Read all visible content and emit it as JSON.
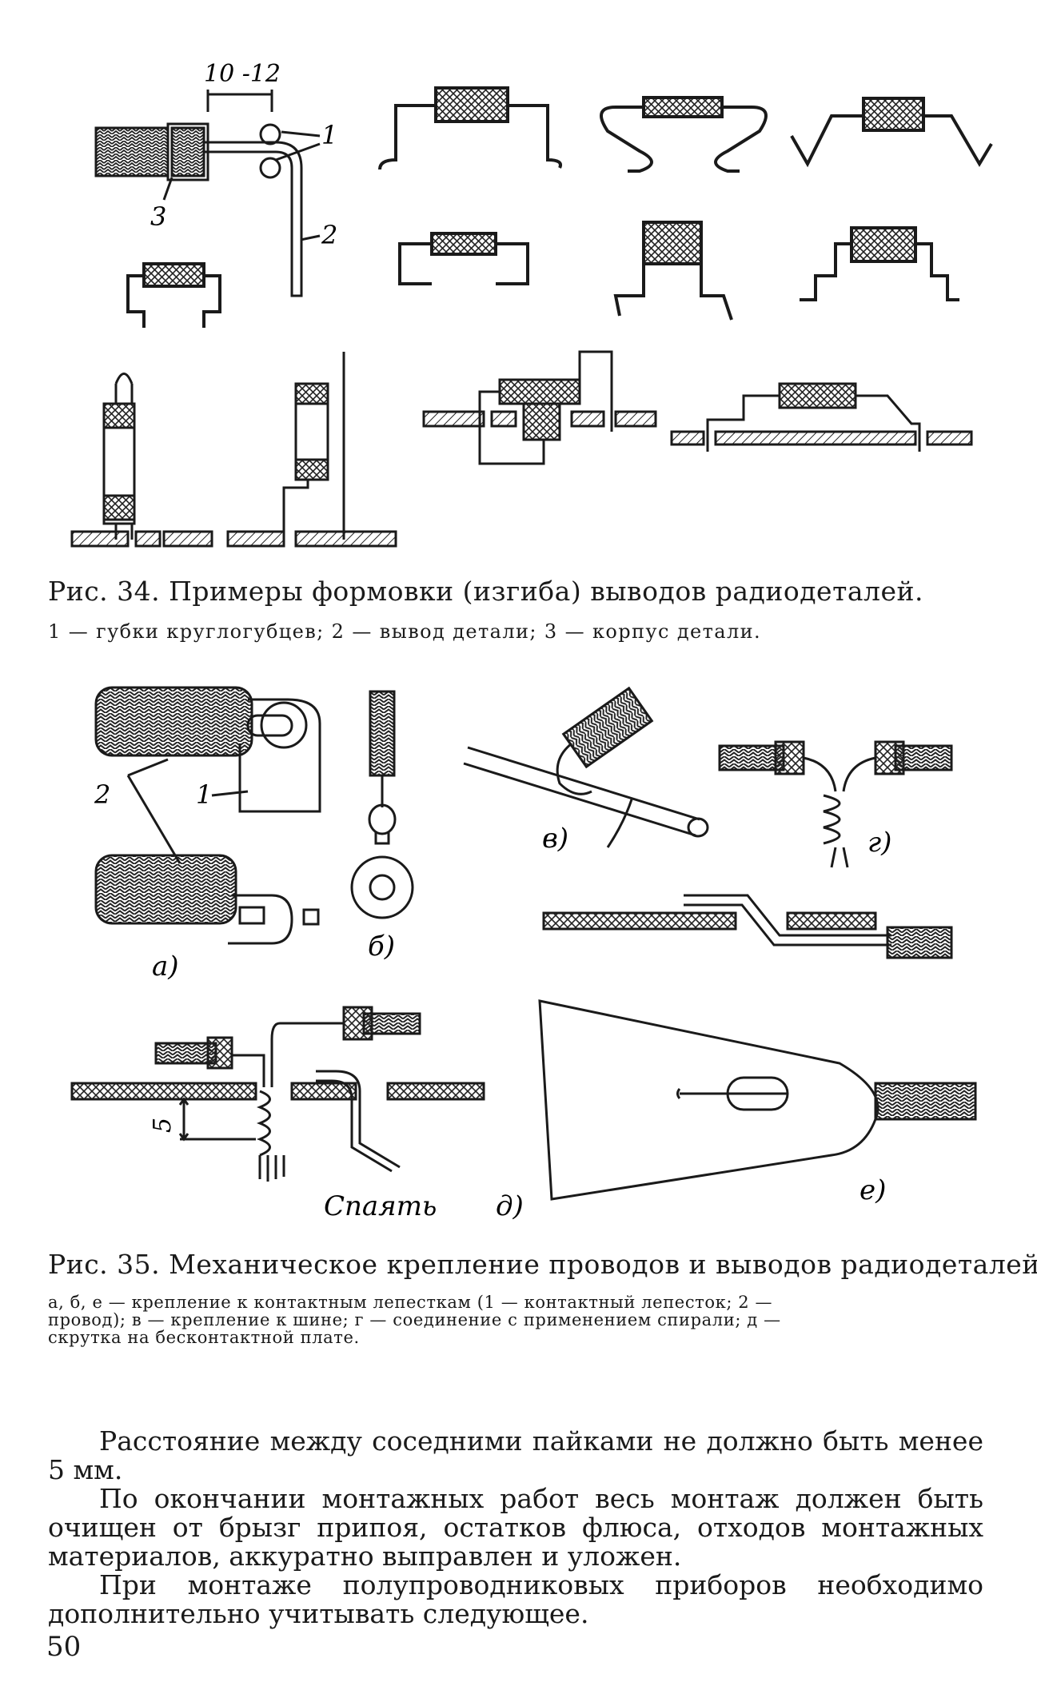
{
  "figure34": {
    "dimension_label": "10 -12",
    "callout_1": "1",
    "callout_2": "2",
    "callout_3": "3",
    "caption_title": "Рис. 34. Примеры формовки (изгиба) выводов радиодеталей.",
    "caption_legend": "1 — губки круглогубцев; 2 — вывод детали; 3 — корпус детали."
  },
  "figure35": {
    "label_a": "а)",
    "label_b": "б)",
    "label_v": "в)",
    "label_g": "г)",
    "label_d": "д)",
    "label_e": "е)",
    "callout_1": "1",
    "callout_2": "2",
    "dimension_5": "5",
    "solder_label": "Спаять",
    "caption_title": "Рис. 35. Механическое крепление проводов и выводов радиодеталей.",
    "caption_legend_line1": "а, б, е — крепление к контактным лепесткам (1 — контактный лепесток; 2 —",
    "caption_legend_line2": "провод); в — крепление к шине; г — соединение с применением спирали; д —",
    "caption_legend_line3": "скрутка на бесконтактной плате."
  },
  "body": {
    "paragraph1": "Расстояние между соседними пайками не должно быть менее 5 мм.",
    "paragraph2": "По окончании монтажных работ весь монтаж должен быть очищен от брызг припоя, остатков флюса, отходов монтажных материалов, аккуратно выправлен и уложен.",
    "paragraph3": "При монтаже полупроводниковых приборов необходимо дополнительно учитывать следующее."
  },
  "page_number": "50"
}
